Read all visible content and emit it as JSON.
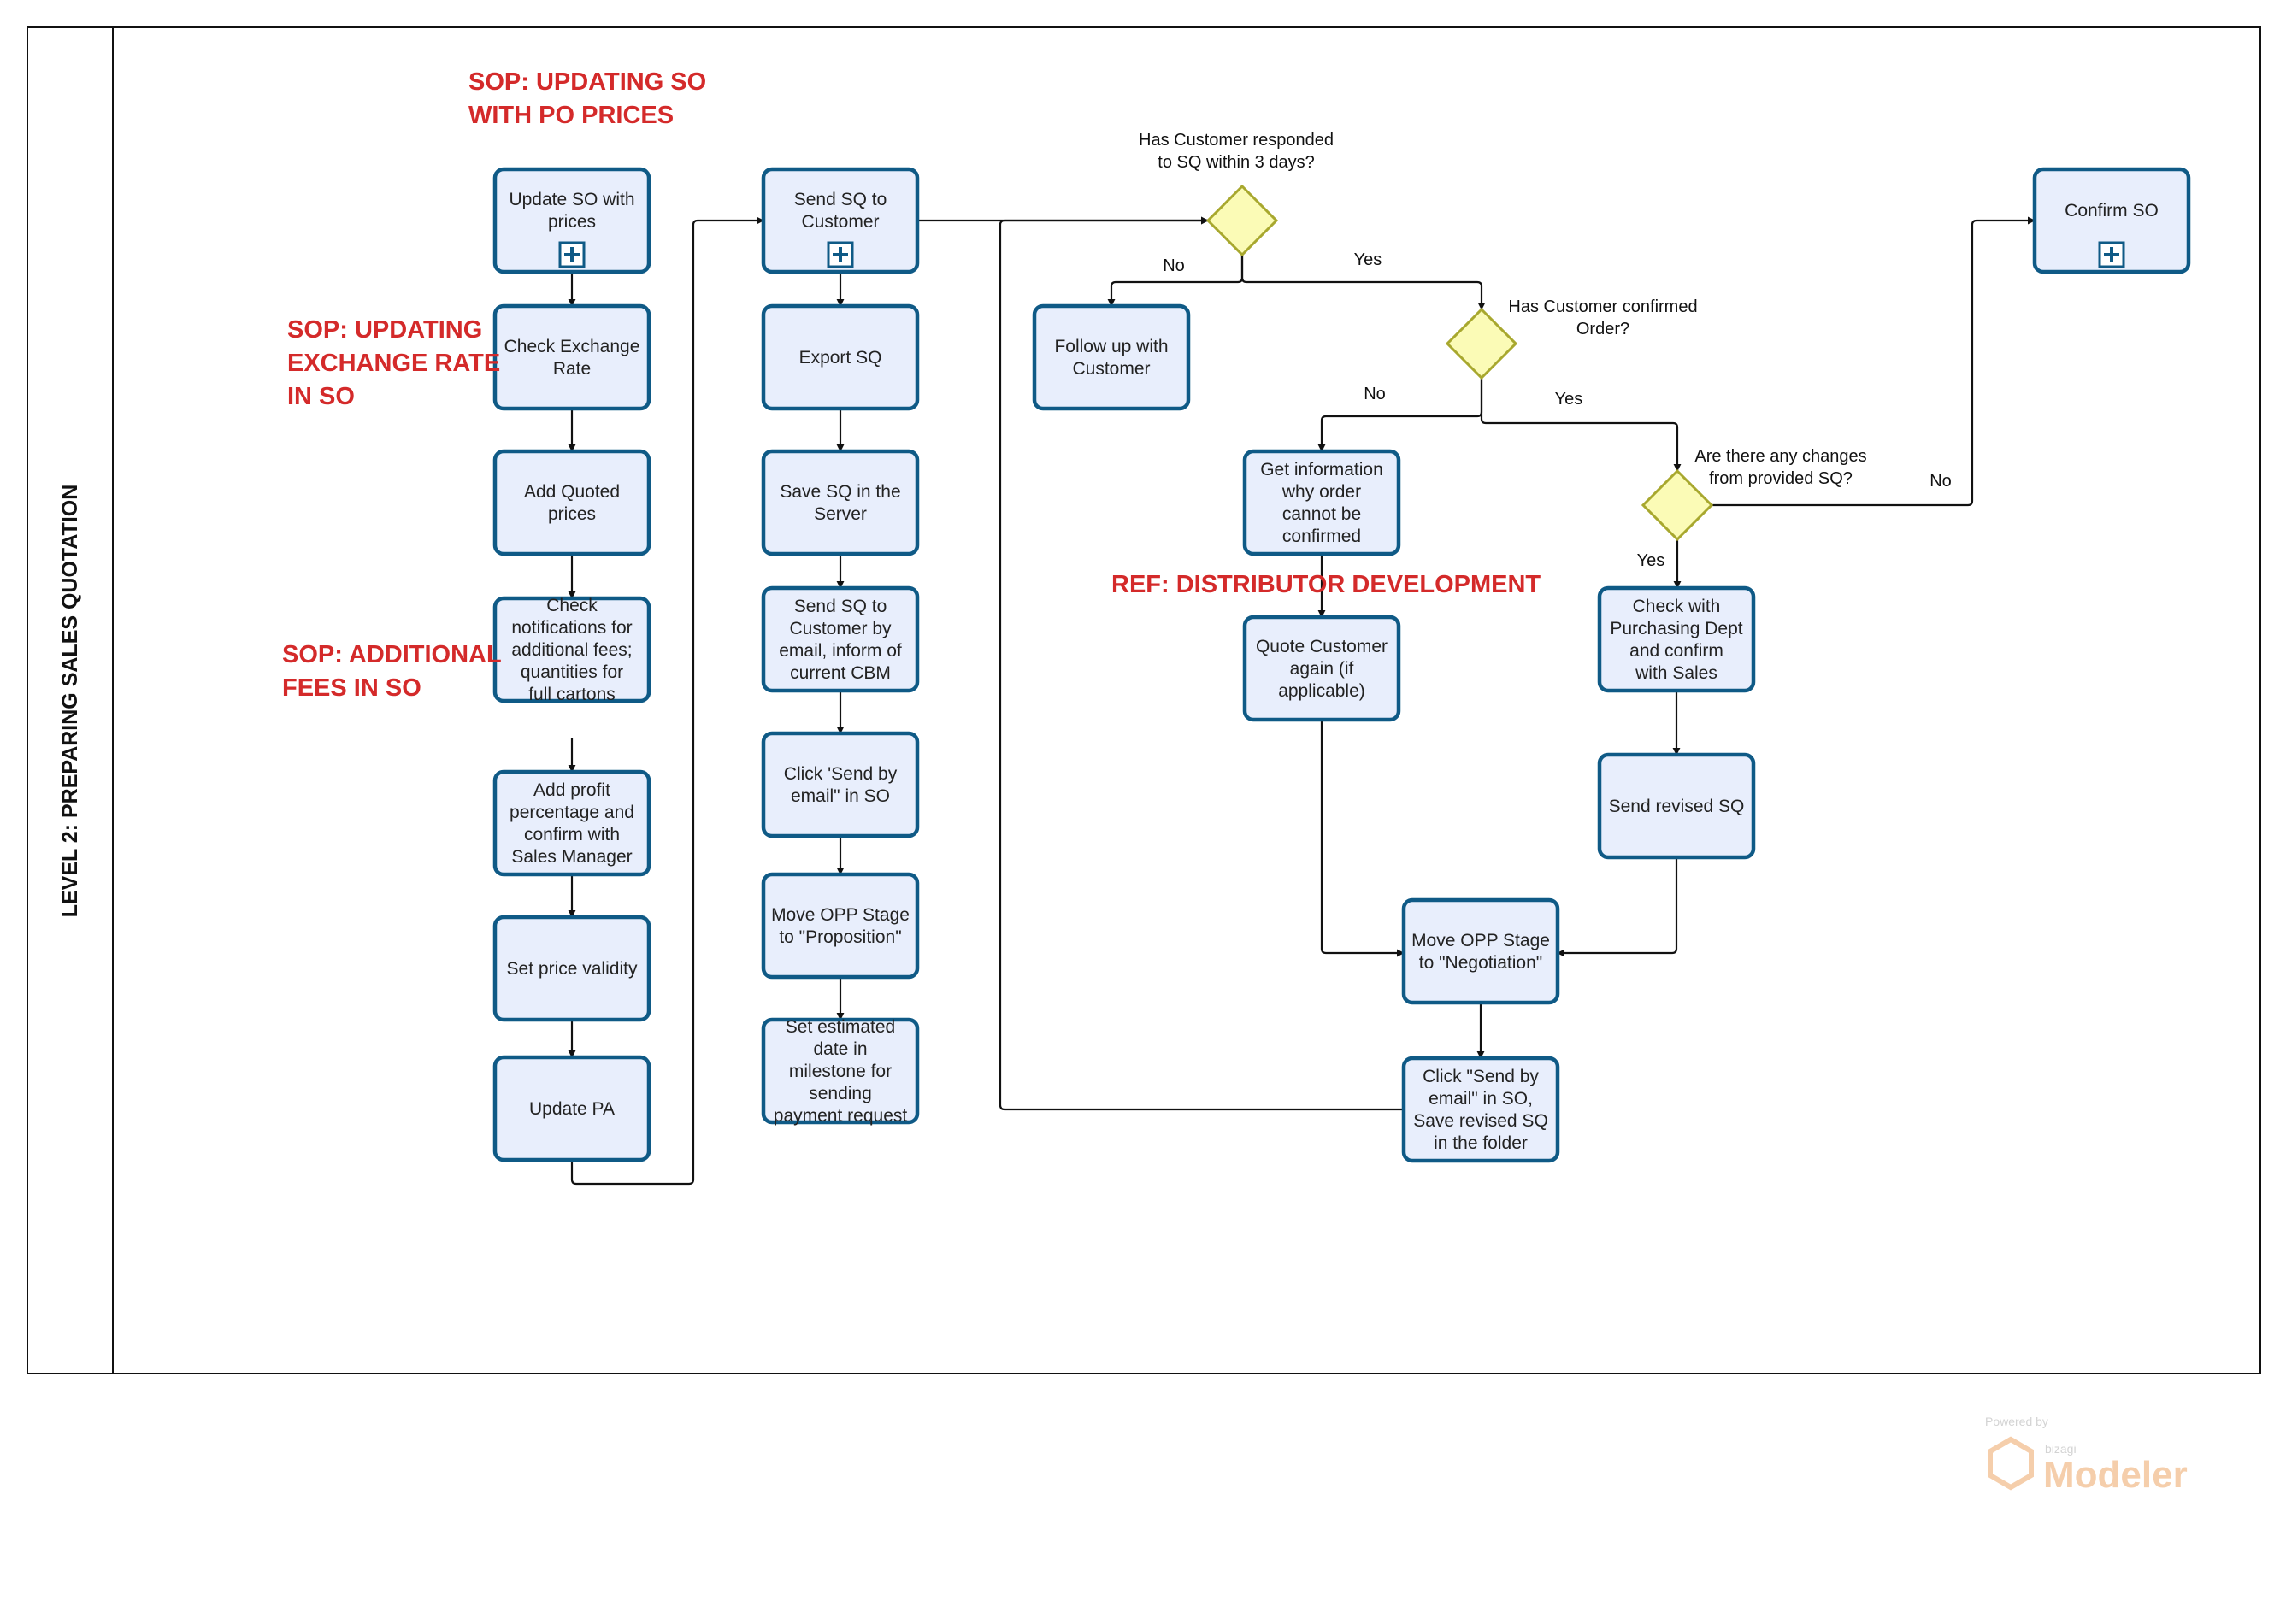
{
  "lane": {
    "title": "LEVEL 2: PREPARING SALES QUOTATION"
  },
  "sop_notes": [
    {
      "id": "n1",
      "lines": [
        "SOP: UPDATING SO",
        "WITH PO PRICES"
      ]
    },
    {
      "id": "n2",
      "lines": [
        "SOP: UPDATING",
        "EXCHANGE RATE",
        "IN SO"
      ]
    },
    {
      "id": "n3",
      "lines": [
        "SOP: ADDITIONAL",
        "FEES IN SO"
      ]
    },
    {
      "id": "n4",
      "lines": [
        "REF: DISTRIBUTOR DEVELOPMENT"
      ]
    }
  ],
  "tasks": [
    {
      "id": "t1",
      "name": "task-update-so-with-prices",
      "lines": [
        "Update SO with",
        "prices"
      ],
      "subprocess": true
    },
    {
      "id": "t2",
      "name": "task-check-exchange-rate",
      "lines": [
        "Check Exchange",
        "Rate"
      ]
    },
    {
      "id": "t3",
      "name": "task-add-quoted-prices",
      "lines": [
        "Add Quoted",
        "prices"
      ]
    },
    {
      "id": "t4",
      "name": "task-check-notifications",
      "lines": [
        "Check",
        "notifications for",
        "additional fees;",
        "quantities for",
        "full cartons"
      ]
    },
    {
      "id": "t5",
      "name": "task-add-profit-percentage",
      "lines": [
        "Add profit",
        "percentage and",
        "confirm with",
        "Sales Manager"
      ]
    },
    {
      "id": "t6",
      "name": "task-set-price-validity",
      "lines": [
        "Set price validity"
      ]
    },
    {
      "id": "t7",
      "name": "task-update-pa",
      "lines": [
        "Update PA"
      ]
    },
    {
      "id": "t8",
      "name": "task-send-sq-to-customer",
      "lines": [
        "Send SQ to",
        "Customer"
      ],
      "subprocess": true
    },
    {
      "id": "t9",
      "name": "task-export-sq",
      "lines": [
        "Export SQ"
      ]
    },
    {
      "id": "t10",
      "name": "task-save-sq-in-server",
      "lines": [
        "Save SQ in the",
        "Server"
      ]
    },
    {
      "id": "t11",
      "name": "task-send-sq-by-email",
      "lines": [
        "Send SQ to",
        "Customer by",
        "email, inform of",
        "current CBM"
      ]
    },
    {
      "id": "t12",
      "name": "task-click-send-by-email",
      "lines": [
        "Click 'Send by",
        "email\" in SO"
      ]
    },
    {
      "id": "t13",
      "name": "task-move-opp-proposition",
      "lines": [
        "Move OPP Stage",
        "to \"Proposition\""
      ]
    },
    {
      "id": "t14",
      "name": "task-set-estimated-date",
      "lines": [
        "Set estimated",
        "date in",
        "milestone for",
        "sending",
        "payment request"
      ]
    },
    {
      "id": "t15",
      "name": "task-follow-up-customer",
      "lines": [
        "Follow up with",
        "Customer"
      ]
    },
    {
      "id": "t16",
      "name": "task-get-information",
      "lines": [
        "Get information",
        "why order",
        "cannot be",
        "confirmed"
      ]
    },
    {
      "id": "t17",
      "name": "task-quote-customer-again",
      "lines": [
        "Quote Customer",
        "again (if",
        "applicable)"
      ]
    },
    {
      "id": "t18",
      "name": "task-check-with-purchasing",
      "lines": [
        "Check with",
        "Purchasing Dept",
        "and confirm",
        "with Sales"
      ]
    },
    {
      "id": "t19",
      "name": "task-send-revised-sq",
      "lines": [
        "Send revised SQ"
      ]
    },
    {
      "id": "t20",
      "name": "task-move-opp-negotiation",
      "lines": [
        "Move OPP Stage",
        "to \"Negotiation\""
      ]
    },
    {
      "id": "t21",
      "name": "task-click-send-save-revised",
      "lines": [
        "Click \"Send by",
        "email\" in SO,",
        "Save revised SQ",
        "in the folder"
      ]
    },
    {
      "id": "t22",
      "name": "task-confirm-so",
      "lines": [
        "Confirm SO"
      ],
      "subprocess": true
    }
  ],
  "gateways": [
    {
      "id": "g1",
      "name": "gateway-customer-responded",
      "lines": [
        "Has Customer responded",
        "to SQ within 3 days?"
      ]
    },
    {
      "id": "g2",
      "name": "gateway-customer-confirmed",
      "lines": [
        "Has Customer confirmed",
        "Order?"
      ]
    },
    {
      "id": "g3",
      "name": "gateway-any-changes",
      "lines": [
        "Are there any changes",
        "from provided SQ?"
      ]
    }
  ],
  "flow_labels": [
    {
      "id": "l1",
      "text": "No"
    },
    {
      "id": "l2",
      "text": "Yes"
    },
    {
      "id": "l3",
      "text": "No"
    },
    {
      "id": "l4",
      "text": "Yes"
    },
    {
      "id": "l5",
      "text": "No"
    },
    {
      "id": "l6",
      "text": "Yes"
    }
  ],
  "watermark": {
    "powered": "Powered by",
    "brand": "bizagi",
    "product": "Modeler"
  },
  "colors": {
    "task_fill": "#e8eefc",
    "task_stroke": "#0f5a86",
    "gateway_fill": "#fbfbb6",
    "note_red": "#d42a2a"
  }
}
